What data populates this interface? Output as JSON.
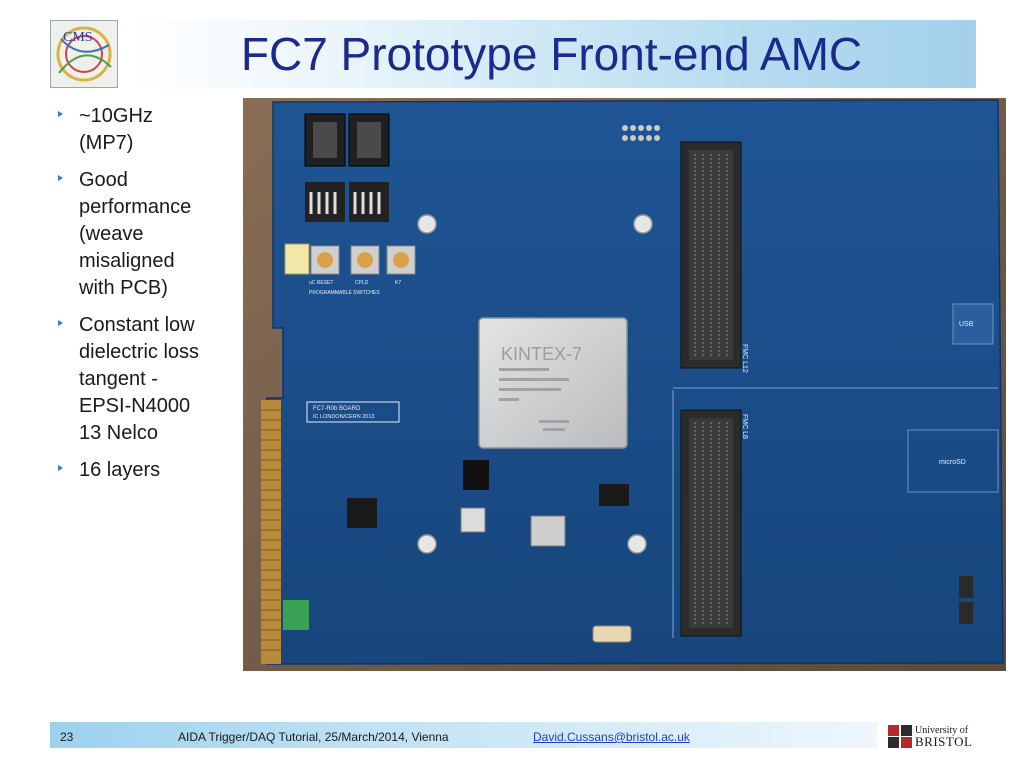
{
  "header": {
    "title": "FC7 Prototype Front-end AMC",
    "logo_text": "CMS"
  },
  "bullets": [
    {
      "text": " ~10GHz\n(MP7)"
    },
    {
      "text": "Good\nperformance\n(weave\nmisaligned\nwith PCB)"
    },
    {
      "text": " Constant low\ndielectric loss\ntangent -\nEPSI-N4000\n13 Nelco"
    },
    {
      "text": "16 layers"
    }
  ],
  "photo": {
    "chip_brand": "KINTEX-7",
    "board_label": "FC7-R0b BOARD",
    "board_sublabel": "IC LONDON/CERN 2013",
    "usb_label": "USB",
    "microsd_label": "microSD",
    "fmc_l12_label": "FMC L12",
    "fmc_l8_label": "FMC L8",
    "switches_label": "PROGRAMMABLE SWITCHES",
    "reset_label": "uC RESET",
    "cpld_label": "CPLD",
    "k7_label": "K7"
  },
  "footer": {
    "page_number": "23",
    "event": "AIDA Trigger/DAQ Tutorial, 25/March/2014, Vienna",
    "email": "David.Cussans@bristol.ac.uk",
    "university_line1": "University of",
    "university_line2": "BRISTOL"
  },
  "colors": {
    "title": "#1b2a8c",
    "pcb": "#1d4f8a",
    "accent": "#2e86c1"
  }
}
